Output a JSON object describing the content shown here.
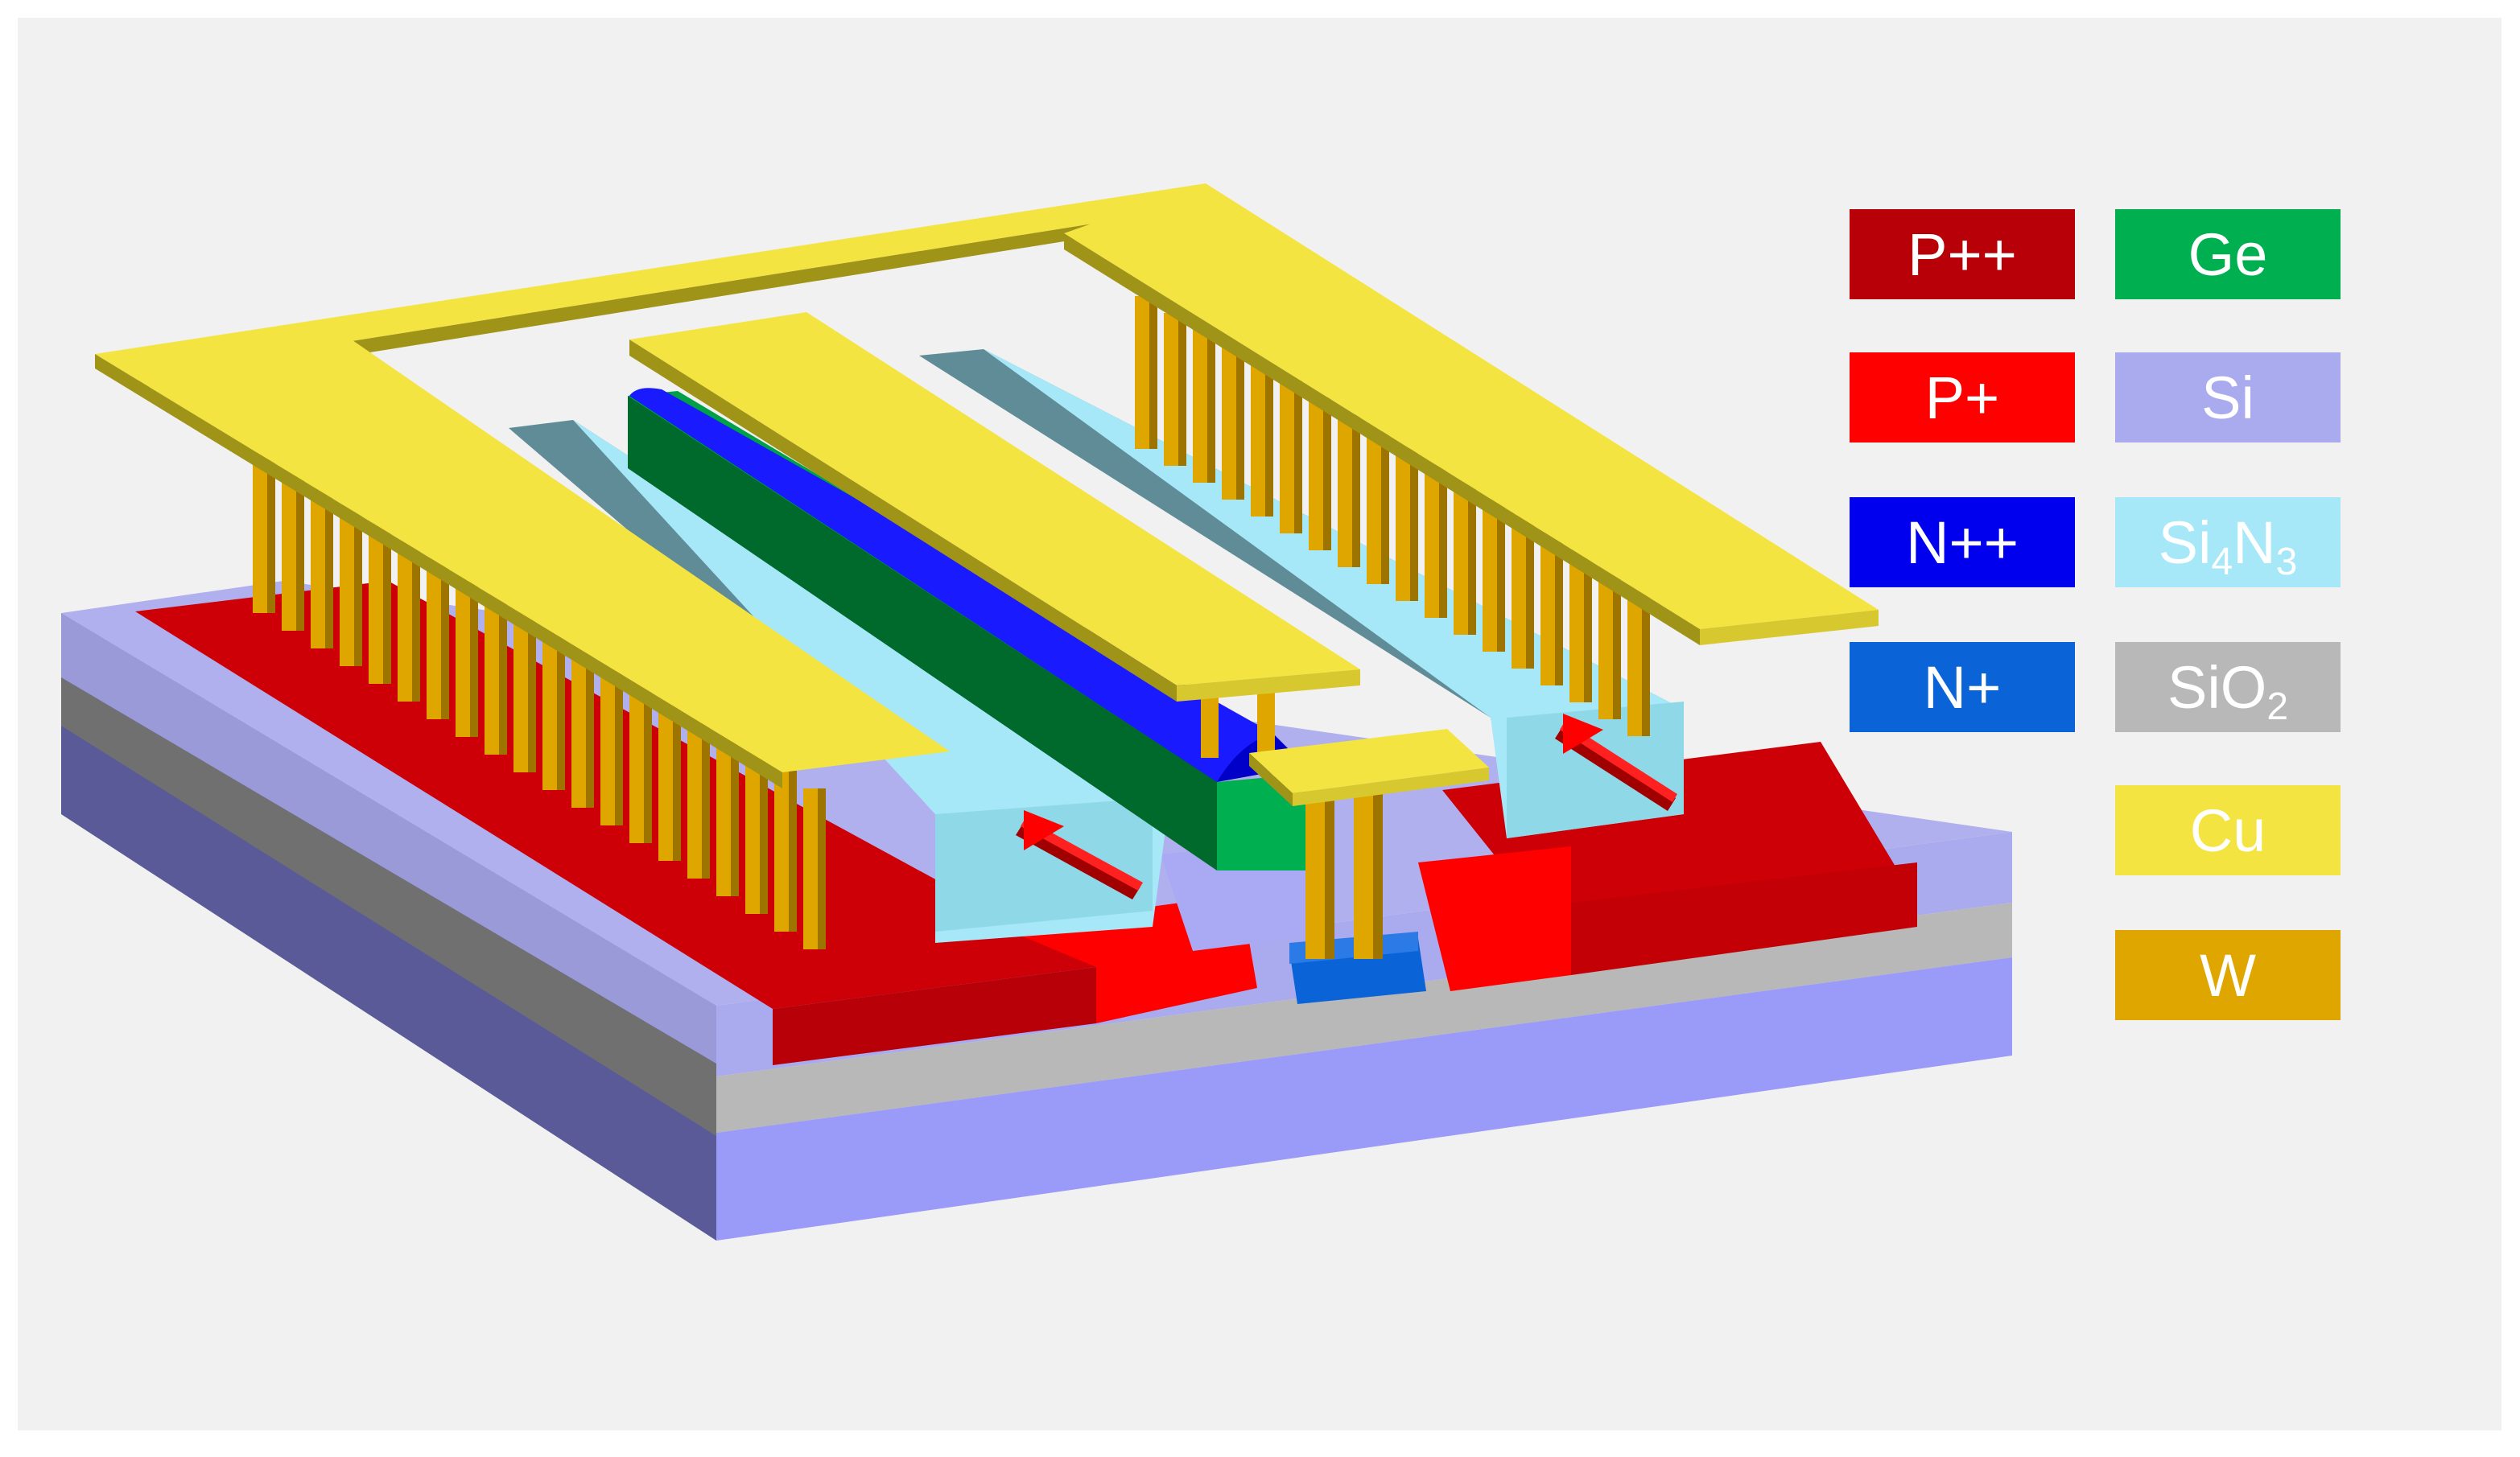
{
  "legend": {
    "p_plus_plus": {
      "label": "P++",
      "color": "#b80008"
    },
    "p_plus": {
      "label": "P+",
      "color": "#ff0000"
    },
    "n_plus_plus": {
      "label": "N++",
      "color": "#0000ee"
    },
    "n_plus": {
      "label": "N+",
      "color": "#0a64d8"
    },
    "ge": {
      "label": "Ge",
      "color": "#00b050"
    },
    "si": {
      "label": "Si",
      "color": "#aaaaee"
    },
    "si4n3": {
      "label": "Si",
      "sub1": "4",
      "label2": "N",
      "sub2": "3",
      "color": "#a6e8f8"
    },
    "sio2": {
      "label": "SiO",
      "sub1": "2",
      "color": "#b8b8b8"
    },
    "cu": {
      "label": "Cu",
      "color": "#f4e442"
    },
    "w": {
      "label": "W",
      "color": "#e0a600"
    }
  }
}
